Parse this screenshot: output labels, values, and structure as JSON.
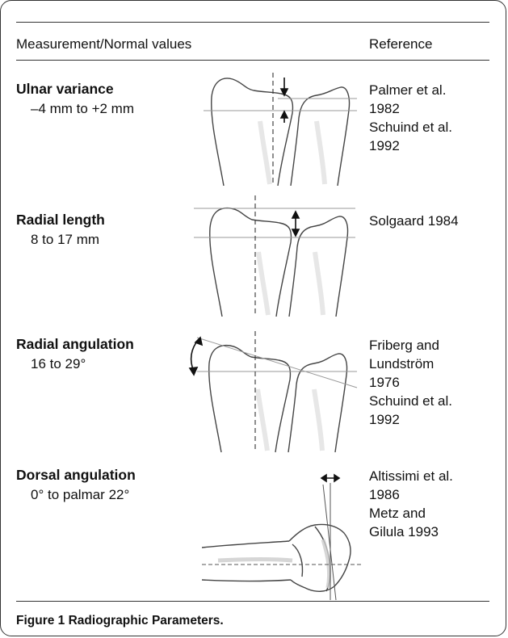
{
  "header": {
    "measurement_label": "Measurement/Normal values",
    "reference_label": "Reference"
  },
  "rows": [
    {
      "name": "Ulnar variance",
      "value": "–4 mm to +2 mm",
      "references": [
        "Palmer et al.",
        "1982",
        "Schuind et al.",
        "1992"
      ],
      "illustration": "bone-illustration-ulnar-variance"
    },
    {
      "name": "Radial length",
      "value": "8 to 17 mm",
      "references": [
        "Solgaard 1984"
      ],
      "illustration": "bone-illustration-radial-length"
    },
    {
      "name": "Radial angulation",
      "value": "16 to 29°",
      "references": [
        "Friberg and",
        "Lundström",
        "1976",
        "Schuind et al.",
        "1992"
      ],
      "illustration": "bone-illustration-radial-angulation"
    },
    {
      "name": "Dorsal angulation",
      "value": "0° to palmar 22°",
      "references": [
        "Altissimi et al.",
        "1986",
        "Metz and",
        "Gilula 1993"
      ],
      "illustration": "bone-illustration-dorsal-angulation"
    }
  ],
  "caption": {
    "label": "Figure 1",
    "text": " Radiographic Parameters."
  }
}
